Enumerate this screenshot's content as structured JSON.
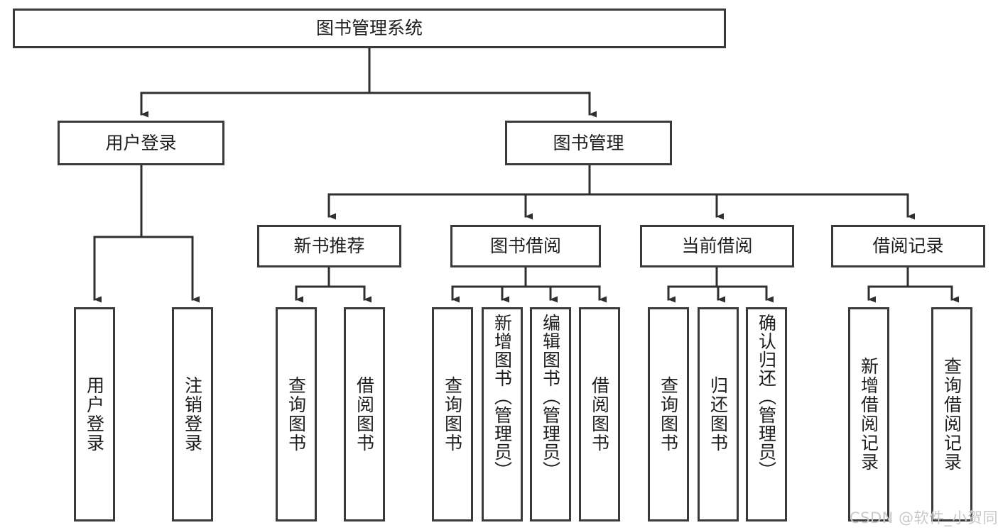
{
  "diagram": {
    "type": "tree",
    "title": "图书管理系统",
    "watermark": "CSDN @软件_小贺同学",
    "colors": {
      "box_border": "#3a3a3a",
      "box_fill": "#ffffff",
      "connector": "#2f2f2f",
      "text": "#1d1d1d",
      "watermark": "#c9c9c9"
    },
    "root": {
      "label": "图书管理系统"
    },
    "level2": [
      {
        "label": "用户登录"
      },
      {
        "label": "图书管理"
      }
    ],
    "level3": [
      {
        "label": "新书推荐"
      },
      {
        "label": "图书借阅"
      },
      {
        "label": "当前借阅"
      },
      {
        "label": "借阅记录"
      }
    ],
    "leaves": {
      "user_login": [
        {
          "label": "用户登录"
        },
        {
          "label": "注销登录"
        }
      ],
      "new_book": [
        {
          "label": "查询图书"
        },
        {
          "label": "借阅图书"
        }
      ],
      "borrow_book": [
        {
          "label": "查询图书"
        },
        {
          "label": "新增图书（管理员）"
        },
        {
          "label": "编辑图书（管理员）"
        },
        {
          "label": "借阅图书"
        }
      ],
      "current_borrow": [
        {
          "label": "查询图书"
        },
        {
          "label": "归还图书"
        },
        {
          "label": "确认归还（管理员）"
        }
      ],
      "borrow_record": [
        {
          "label": "新增借阅记录"
        },
        {
          "label": "查询借阅记录"
        }
      ]
    }
  }
}
